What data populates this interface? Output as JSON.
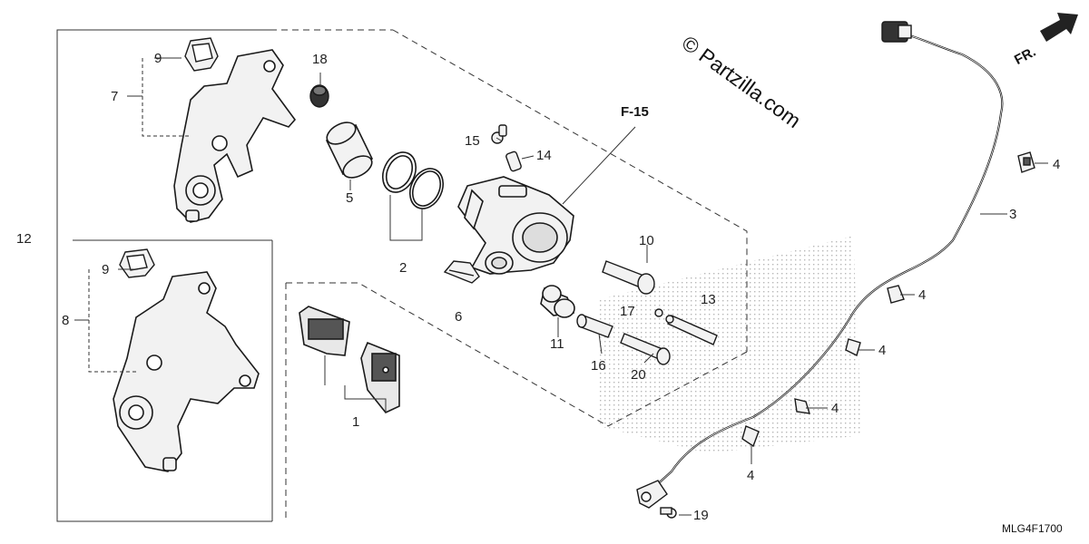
{
  "callouts": {
    "c1": "1",
    "c2": "2",
    "c3": "3",
    "c4a": "4",
    "c4b": "4",
    "c4c": "4",
    "c4d": "4",
    "c4e": "4",
    "c5": "5",
    "c6": "6",
    "c7": "7",
    "c8": "8",
    "c9a": "9",
    "c9b": "9",
    "c10": "10",
    "c11": "11",
    "c12": "12",
    "c13": "13",
    "c14": "14",
    "c15": "15",
    "c16": "16",
    "c17": "17",
    "c18": "18",
    "c19": "19",
    "c20": "20"
  },
  "reference": "F-15",
  "watermark": "© Partzilla.com",
  "diagram_code": "MLG4F1700",
  "direction_label": "FR.",
  "colors": {
    "line": "#1a1a1a",
    "part_fill": "#f2f2f2",
    "stipple": "#bdbdbd"
  }
}
